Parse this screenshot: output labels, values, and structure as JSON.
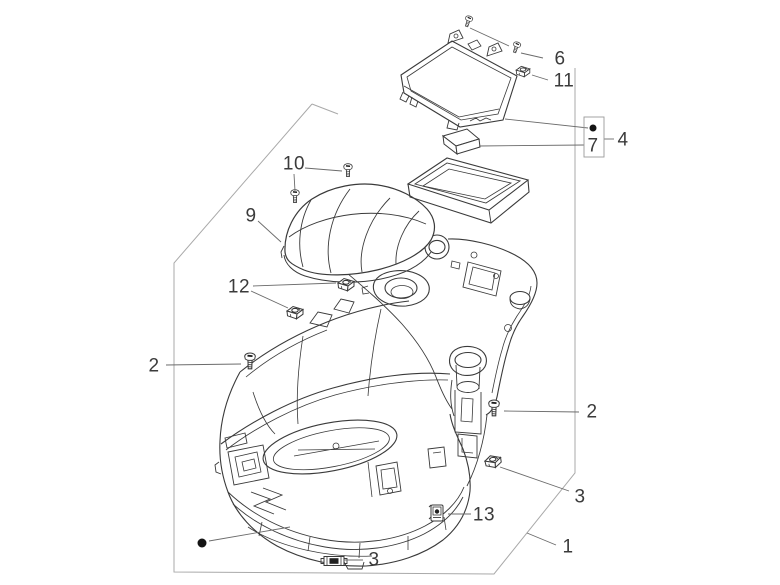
{
  "diagram": {
    "type": "exploded-parts-diagram",
    "colors": {
      "background": "#ffffff",
      "line": "#3a3a3a",
      "leader": "#6b6b6b",
      "frame": "#a9a9a9",
      "label_text": "#3b3b3b"
    },
    "callouts": [
      {
        "id": "callout-6",
        "text": "6",
        "points_to": "cover-screws"
      },
      {
        "id": "callout-11",
        "text": "11",
        "points_to": "cover-clip"
      },
      {
        "id": "callout-4",
        "text": "4",
        "points_to": "cover-assembly-group"
      },
      {
        "id": "callout-7",
        "text": "7",
        "points_to": "rubber-pad"
      },
      {
        "id": "callout-10",
        "text": "10",
        "points_to": "dome-cover-screws"
      },
      {
        "id": "callout-9",
        "text": "9",
        "points_to": "dome-cover"
      },
      {
        "id": "callout-12",
        "text": "12",
        "points_to": "body-clips"
      },
      {
        "id": "callout-2-left",
        "text": "2",
        "points_to": "body-screw-left"
      },
      {
        "id": "callout-2-right",
        "text": "2",
        "points_to": "body-screw-right"
      },
      {
        "id": "callout-3-right",
        "text": "3",
        "points_to": "body-clip-right"
      },
      {
        "id": "callout-13",
        "text": "13",
        "points_to": "front-clip"
      },
      {
        "id": "callout-1",
        "text": "1",
        "points_to": "helmet-compartment-body"
      },
      {
        "id": "callout-3-bottom",
        "text": "3",
        "points_to": "body-clip-bottom"
      }
    ],
    "group_markers": [
      {
        "id": "group-dot-top",
        "symbol": "•"
      },
      {
        "id": "group-dot-bottom",
        "symbol": "•"
      }
    ]
  }
}
